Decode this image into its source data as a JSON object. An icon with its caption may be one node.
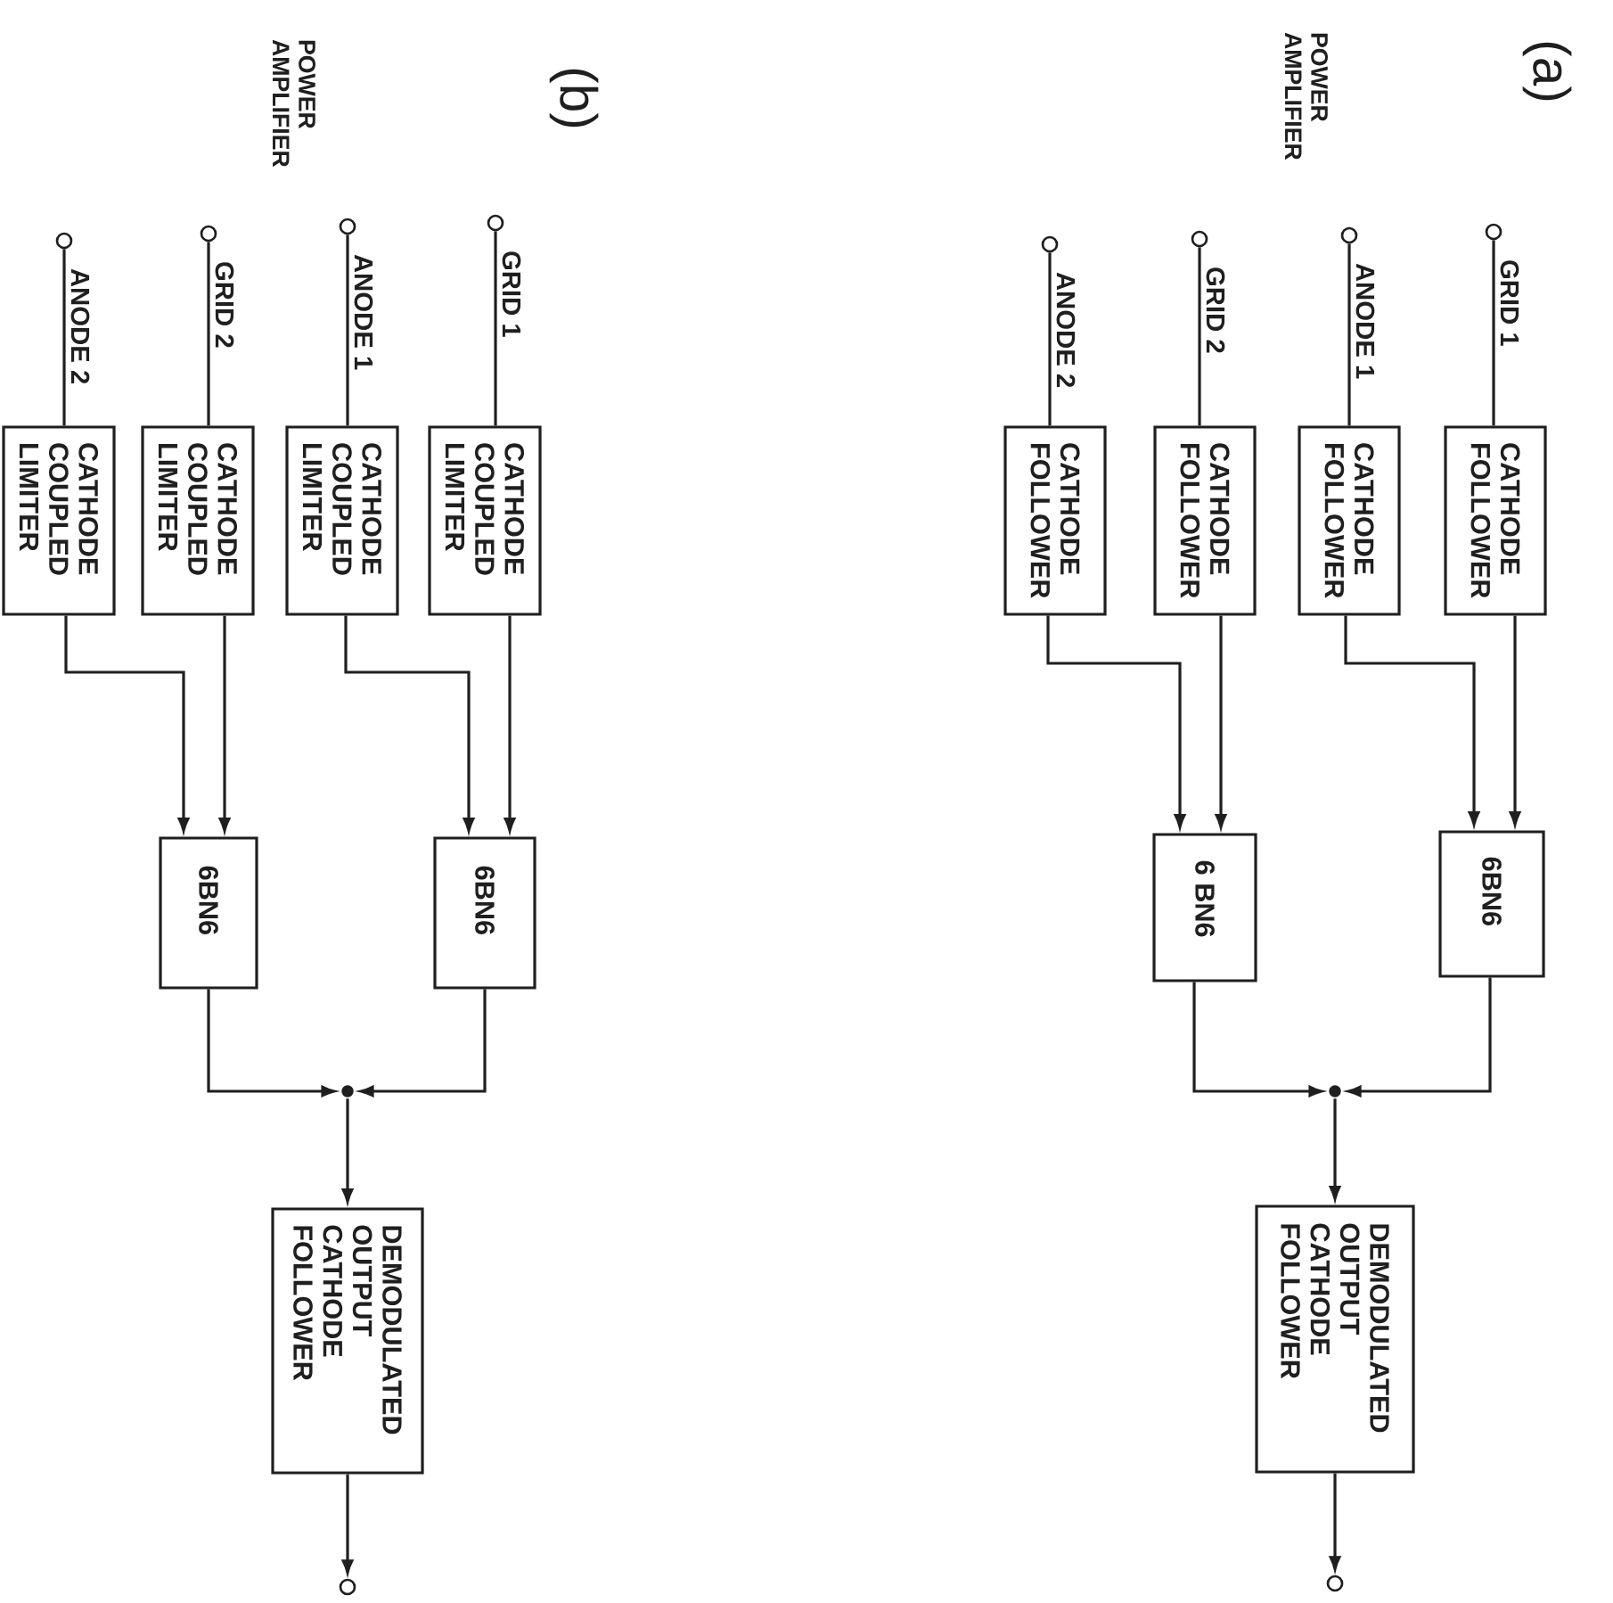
{
  "diagram": {
    "nodes": [
      {
        "text": [],
        "shape": "circle"
      },
      {
        "text": [],
        "shape": "circle"
      },
      {
        "text": [],
        "shape": "circle"
      },
      {
        "text": [],
        "shape": "circle"
      },
      {
        "text": [
          "CATHODE COUPLED LIMITER"
        ]
      },
      {
        "text": [
          "CATHODE COUPLED LIMITER"
        ]
      },
      {
        "text": [
          "CATHODE COUPLED LIMITER"
        ]
      },
      {
        "text": [
          "CATHODE COUPLED LIMITER"
        ]
      },
      {
        "text": [
          "6BN6"
        ]
      },
      {
        "text": [
          "6BN6"
        ]
      },
      {
        "text": [],
        "shape": "dot"
      },
      {
        "text": [
          "DEMODULATED OUTPUT CATHODE FOLLOWER"
        ]
      },
      {
        "text": [],
        "shape": "circle"
      },
      {
        "text": [],
        "shape": "circle"
      },
      {
        "text": [],
        "shape": "circle"
      },
      {
        "text": [],
        "shape": "circle"
      },
      {
        "text": [],
        "shape": "circle"
      },
      {
        "text": [
          "CATHODE FOLLOWER"
        ]
      },
      {
        "text": [
          "CATHODE FOLLOWER"
        ]
      },
      {
        "text": [
          "CATHODE FOLLOWER"
        ]
      },
      {
        "text": [
          "CATHODE FOLLOWER"
        ]
      },
      {
        "text": [
          "6 BN6"
        ]
      },
      {
        "text": [
          "6BN6"
        ]
      },
      {
        "text": [],
        "shape": "dot"
      },
      {
        "text": [
          "DEMODULATED OUTPUT CATHODE FOLLOWER"
        ]
      },
      {
        "text": [],
        "shape": "circle"
      }
    ],
    "edges": [
      {
        "from": 0,
        "to": 4,
        "arrow": "none",
        "label": "ANODE 2"
      },
      {
        "from": 1,
        "to": 5,
        "arrow": "none",
        "label": "GRID 2"
      },
      {
        "from": 2,
        "to": 6,
        "arrow": "none",
        "label": "ANODE 1"
      },
      {
        "from": 3,
        "to": 7,
        "arrow": "none",
        "label": "GRID 1"
      },
      {
        "from": 4,
        "to": 8,
        "arrow": "to"
      },
      {
        "from": 5,
        "to": 8,
        "arrow": "to"
      },
      {
        "from": 6,
        "to": 9,
        "arrow": "to"
      },
      {
        "from": 7,
        "to": 9,
        "arrow": "to"
      },
      {
        "from": 8,
        "to": 10,
        "arrow": "to"
      },
      {
        "from": 9,
        "to": 10,
        "arrow": "to"
      },
      {
        "from": 10,
        "to": 11,
        "arrow": "to"
      },
      {
        "from": 11,
        "to": 12,
        "arrow": "to"
      },
      {
        "from": 13,
        "to": 17,
        "arrow": "none",
        "label": "ANODE 2"
      },
      {
        "from": 14,
        "to": 18,
        "arrow": "none",
        "label": "GRID 2"
      },
      {
        "from": 15,
        "to": 19,
        "arrow": "none",
        "label": "ANODE 1"
      },
      {
        "from": 16,
        "to": 20,
        "arrow": "none",
        "label": "GRID 1"
      },
      {
        "from": 17,
        "to": 21,
        "arrow": "to"
      },
      {
        "from": 18,
        "to": 21,
        "arrow": "to"
      },
      {
        "from": 19,
        "to": 22,
        "arrow": "to"
      },
      {
        "from": 20,
        "to": 22,
        "arrow": "to"
      },
      {
        "from": 21,
        "to": 23,
        "arrow": "to"
      },
      {
        "from": 22,
        "to": 23,
        "arrow": "to"
      },
      {
        "from": 23,
        "to": 24,
        "arrow": "to"
      },
      {
        "from": 24,
        "to": 25,
        "arrow": "to"
      }
    ],
    "labels": [
      "(a)",
      "POWER AMPLIFIER",
      "(b)",
      "POWER AMPLIFIER"
    ]
  }
}
